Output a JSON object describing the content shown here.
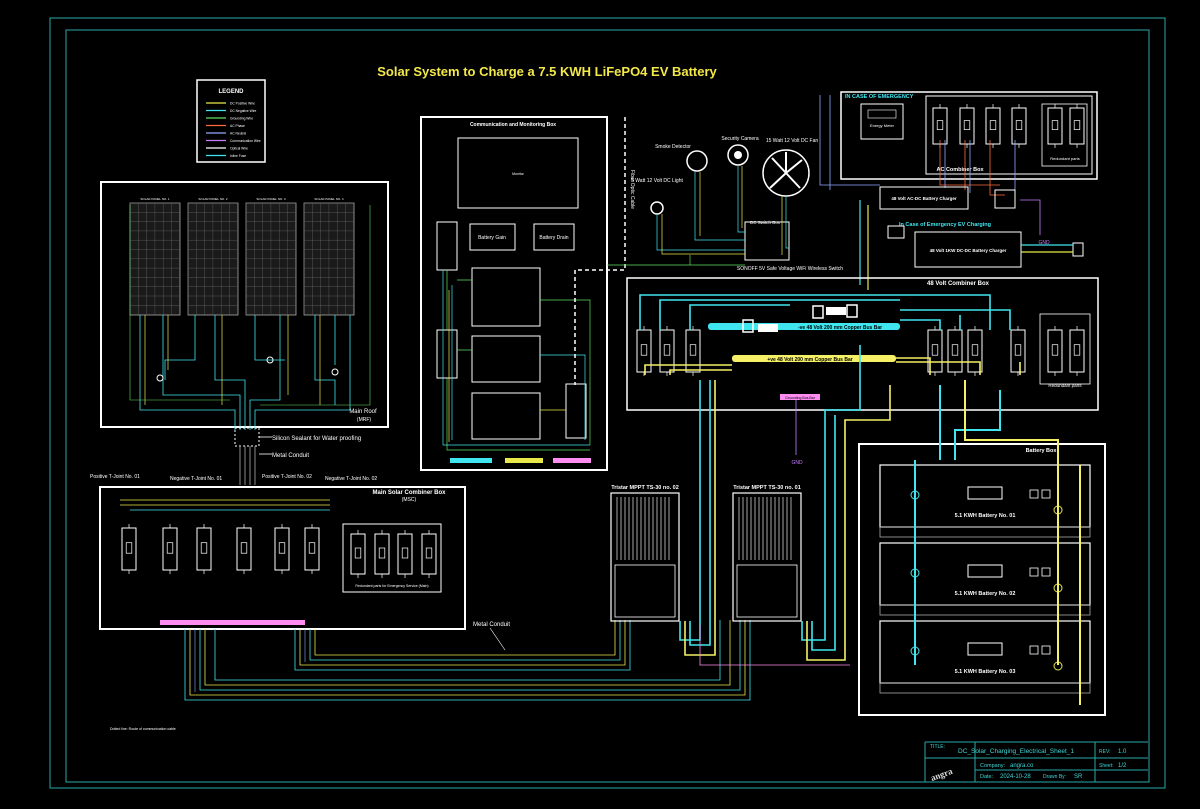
{
  "title": "Solar System to Charge a 7.5 KWH LiFePO4 EV Battery",
  "legend": {
    "heading": "LEGEND",
    "items": [
      {
        "label": "DC Positive Wire",
        "color": "#e8e84a"
      },
      {
        "label": "DC Negative Wire",
        "color": "#3fe6f0"
      },
      {
        "label": "Grounding Wire",
        "color": "#5ee05e"
      },
      {
        "label": "AC Phase",
        "color": "#ff6a3d"
      },
      {
        "label": "AC Neutral",
        "color": "#8fa8ff"
      },
      {
        "label": "Communication Wire",
        "color": "#c67cff"
      },
      {
        "label": "Optical Wire",
        "color": "#ffffff"
      },
      {
        "label": "Inline Fuse",
        "color": "#3fe6f0"
      }
    ]
  },
  "roof": {
    "label": "Main Roof",
    "code": "(MRF)",
    "panels": [
      "SOLAR PANEL NO. 1",
      "SOLAR PANEL NO. 2",
      "SOLAR PANEL NO. 3",
      "SOLAR PANEL NO. 4"
    ]
  },
  "annotations": {
    "sealant": "Silicon Sealant for Water proofing",
    "conduit_top": "Metal Conduit",
    "conduit_bottom": "Metal Conduit",
    "pos_tjoint_1": "Positive T-Joint No. 01",
    "neg_tjoint_1": "Negative T-Joint No. 01",
    "pos_tjoint_2": "Positive T-Joint No. 02",
    "neg_tjoint_2": "Negative T-Joint No. 02",
    "footnote": "Dotted line: Route of communication cable"
  },
  "msc": {
    "label": "Main Solar Combiner Box",
    "code": "(MSC)",
    "redundant": "Redundant parts for Emergency Service (Main)"
  },
  "comm_box": {
    "label": "Communication and Monitoring Box",
    "battery_gain": "Battery Gain",
    "battery_drain": "Battery Drain",
    "monitor": "Monitor",
    "fiber": "Fiber Optic Cable"
  },
  "devices": {
    "smoke": "Smoke Detector",
    "camera": "Security Camera",
    "fan": "15 Watt 12 Volt DC Fan",
    "light": "5 Watt 12 Volt DC Light",
    "dc_switch": "DC Switch Box",
    "sonoff": "SONOFF 5V Safe Voltage WiFi Wireless Switch"
  },
  "ac": {
    "emergency": "IN CASE OF EMERGENCY",
    "meter": "Energy Meter",
    "combiner": "AC Combiner Box",
    "redundant": "Redundant parts",
    "charger": "48 Volt AC-DC Battery Charger",
    "ev_emergency": "In Case of Emergency EV Charging",
    "dcdc": "48 Volt 1KW DC-DC Battery Charger",
    "gnd": "GND"
  },
  "dc48": {
    "combiner": "48 Volt Combiner Box",
    "redundant": "Redundant parts",
    "neg_bus": "-ve 48 Volt 200 mm Copper Bus Bar",
    "pos_bus": "+ve 48 Volt 200 mm Copper Bus Bar",
    "ground_bar": "Grounding Bus Bar",
    "gnd": "GND"
  },
  "mppt": {
    "left": "Tristar MPPT TS-30 no. 02",
    "right": "Tristar MPPT TS-30 no. 01"
  },
  "battery_box": {
    "label": "Battery Box",
    "batteries": [
      "5.1 KWH Battery No. 01",
      "5.1 KWH Battery No. 02",
      "5.1 KWH Battery No. 03"
    ]
  },
  "title_block": {
    "title_label": "TITLE:",
    "title": "DC_Solar_Charging_Electrical_Sheet_1",
    "rev_label": "REV:",
    "rev": "1.0",
    "company_label": "Company:",
    "company": "angra.co",
    "sheet_label": "Sheet:",
    "sheet": "1/2",
    "date_label": "Date:",
    "date": "2024-10-28",
    "drawn_label": "Drawn By:",
    "drawn": "SR",
    "logo": "angra"
  }
}
